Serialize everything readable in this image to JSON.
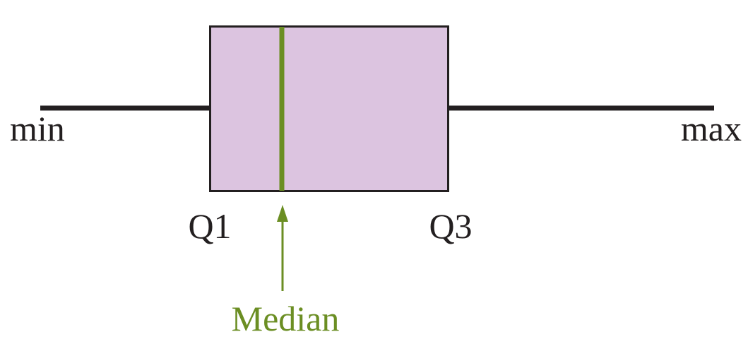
{
  "labels": {
    "min": "min",
    "max": "max",
    "q1": "Q1",
    "q3": "Q3",
    "median": "Median"
  },
  "colors": {
    "box_fill": "#dcc4e0",
    "outline": "#231f20",
    "median": "#6b8e23"
  }
}
